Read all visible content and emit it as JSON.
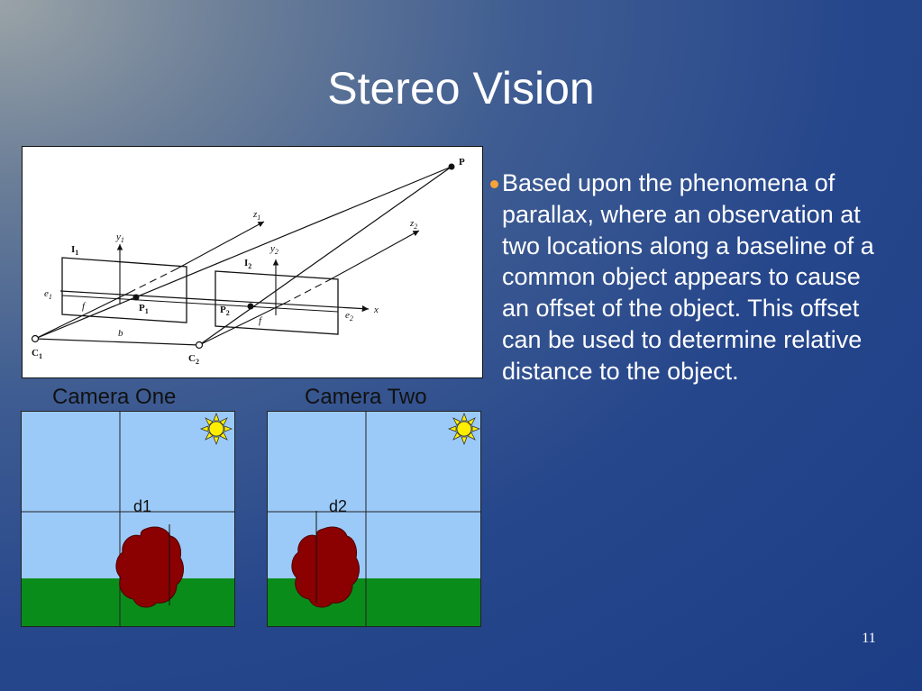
{
  "slide": {
    "title": "Stereo Vision",
    "page_number": "11"
  },
  "diagram": {
    "labels": {
      "P": "P",
      "z1": "z",
      "z1_sub": "1",
      "z2": "z",
      "z2_sub": "2",
      "y1": "y",
      "y1_sub": "1",
      "y2": "y",
      "y2_sub": "2",
      "I1": "I",
      "I1_sub": "1",
      "I2": "I",
      "I2_sub": "2",
      "e1": "e",
      "e1_sub": "1",
      "e2": "e",
      "e2_sub": "2",
      "f1": "f",
      "f2": "f",
      "P1": "P",
      "P1_sub": "1",
      "P2": "P",
      "P2_sub": "2",
      "x": "x",
      "b": "b",
      "C1": "C",
      "C1_sub": "1",
      "C2": "C",
      "C2_sub": "2"
    }
  },
  "cameras": [
    {
      "label": "Camera One",
      "disparity_label": "d1"
    },
    {
      "label": "Camera Two",
      "disparity_label": "d2"
    }
  ],
  "bullet": {
    "text": "Based upon the phenomena of parallax, where an observation at two locations along a baseline of a common object appears to  cause an offset of the object. This offset can be used to determine relative distance to the object."
  },
  "colors": {
    "sky": "#9ccaf8",
    "ground": "#0a8c1a",
    "object": "#8b0000",
    "sun": "#ffee00",
    "bullet": "#f7a23a"
  }
}
